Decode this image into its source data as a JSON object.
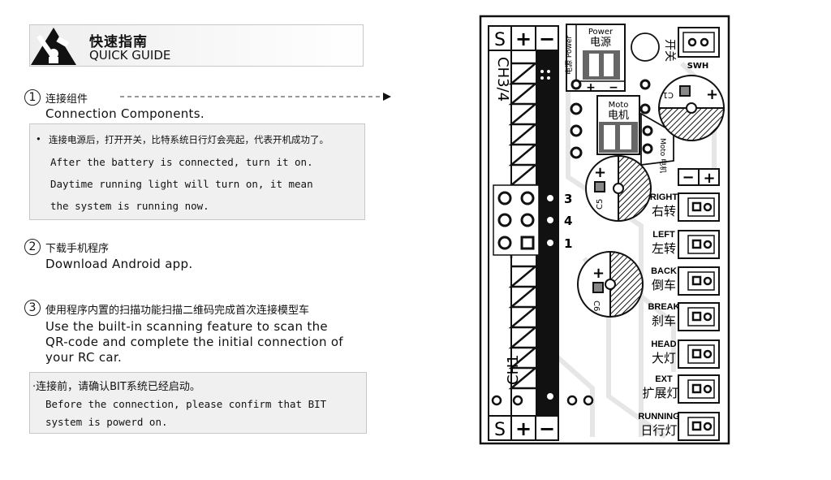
{
  "header": {
    "title": "快速指南",
    "subtitle": "QUICK GUIDE"
  },
  "steps": [
    {
      "num": "1",
      "title_cn": "连接组件",
      "title_en": "Connection Components."
    },
    {
      "num": "2",
      "title_cn": "下载手机程序",
      "title_en": "Download Android app."
    },
    {
      "num": "3",
      "title_cn": "使用程序内置的扫描功能扫描二维码完成首次连接模型车",
      "title_en_lines": [
        "Use the built-in scanning feature to scan the",
        "QR-code and complete the initial connection of",
        "your RC car."
      ]
    }
  ],
  "note1": {
    "cn": "连接电源后，打开开关，比特系统日行灯会亮起，代表开机成功了。",
    "en_lines": [
      "After the battery is connected, turn it on.",
      "Daytime running light will turn on, it mean",
      "the system is running now."
    ]
  },
  "note2": {
    "cn": "·连接前，请确认BIT系统已经启动。",
    "en_lines": [
      "Before the connection, please confirm that BIT",
      "system is powerd on."
    ]
  },
  "board": {
    "ch34_label": "CH3/4",
    "ch1_label": "CH1",
    "s_label": "S",
    "plus": "+",
    "minus": "−",
    "pin_numbers": [
      "3",
      "4",
      "1"
    ],
    "power_en": "Power",
    "power_cn": "电源",
    "power_side": "电源 Power",
    "moto_en": "Moto",
    "moto_cn": "电机",
    "moto_side": "Moto 电机",
    "switch_cn": "开关",
    "switch_en": "SWH",
    "caps": [
      "C1",
      "C5",
      "C6"
    ],
    "outputs": [
      {
        "en": "RIGHT",
        "cn": "右转"
      },
      {
        "en": "LEFT",
        "cn": "左转"
      },
      {
        "en": "BACK",
        "cn": "倒车"
      },
      {
        "en": "BREAK",
        "cn": "刹车"
      },
      {
        "en": "HEAD",
        "cn": "大灯"
      },
      {
        "en": "EXT",
        "cn": "扩展灯"
      },
      {
        "en": "RUNNING",
        "cn": "日行灯"
      }
    ]
  }
}
